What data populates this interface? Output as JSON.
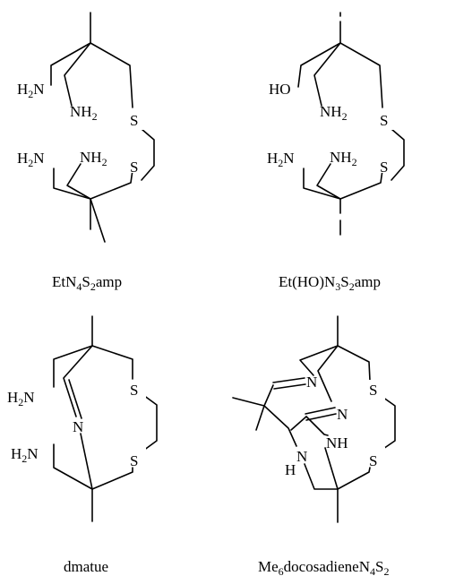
{
  "molecules": [
    {
      "id": "m1",
      "caption": {
        "main": "EtN",
        "s1": "4",
        "mid": "S",
        "s2": "2",
        "tail": "amp"
      },
      "labels": {
        "h2n_top": {
          "main": "H",
          "s": "2",
          "tail": "N"
        },
        "nh2_top": {
          "main": "NH",
          "s": "2"
        },
        "s_top": "S",
        "h2n_bot": {
          "main": "H",
          "s": "2",
          "tail": "N"
        },
        "nh2_bot": {
          "main": "NH",
          "s": "2"
        },
        "s_bot": "S"
      }
    },
    {
      "id": "m2",
      "caption": {
        "main": "Et(HO)N",
        "s1": "3",
        "mid": "S",
        "s2": "2",
        "tail": "amp"
      },
      "labels": {
        "ho_top": "HO",
        "nh2_top": {
          "main": "NH",
          "s": "2"
        },
        "s_top": "S",
        "h2n_bot": {
          "main": "H",
          "s": "2",
          "tail": "N"
        },
        "nh2_bot": {
          "main": "NH",
          "s": "2"
        },
        "s_bot": "S"
      }
    },
    {
      "id": "m3",
      "caption": {
        "main": "dmatue"
      },
      "labels": {
        "h2n_top": {
          "main": "H",
          "s": "2",
          "tail": "N"
        },
        "n_mid": "N",
        "s_top": "S",
        "h2n_bot": {
          "main": "H",
          "s": "2",
          "tail": "N"
        },
        "s_bot": "S"
      }
    },
    {
      "id": "m4",
      "caption": {
        "main": "Me",
        "s1": "6",
        "mid": "docosadieneN",
        "s2": "4",
        "tail": "S",
        "s3": "2"
      },
      "labels": {
        "n_left": "N",
        "n_right": "N",
        "s_top": "S",
        "nh_right": "NH",
        "n_bottom": "N",
        "h_bottom": "H",
        "s_bot": "S"
      }
    }
  ]
}
